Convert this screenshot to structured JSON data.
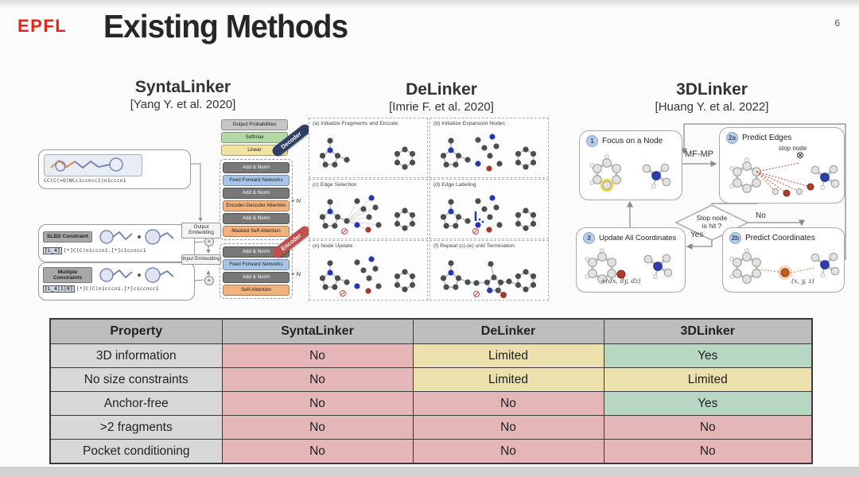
{
  "logo": {
    "text": "EPFL"
  },
  "title": "Existing Methods",
  "page": {
    "number": "6"
  },
  "methods": [
    {
      "name": "SyntaLinker",
      "citation": "[Yang Y. et al. 2020]"
    },
    {
      "name": "DeLinker",
      "citation": "[Imrie F. et al. 2020]"
    },
    {
      "name": "3DLinker",
      "citation": "[Huang Y. et al. 2022]"
    }
  ],
  "syntalinker": {
    "input_smiles": "CC(C(=O)NCc1ccncc1)n1cccn1",
    "slbd_label": "SLBD Constraint",
    "slbd_tag": "[L_4]",
    "slbd_smiles": "[*]C(C)n1cccn1.[*]c1ccncc1",
    "multiple_label": "Multiple Constraints",
    "multiple_tag": "[L_4|1|0]",
    "multiple_smiles": "[*]C(C)n1cccn1.[*]c1ccncc1",
    "output_embedding": "Output Embedding",
    "input_embedding": "Input Embedding",
    "decoder_label": "Decoder",
    "encoder_label": "Encoder",
    "xn": "× N",
    "top_stack": [
      {
        "label": "Output Probabilities",
        "bg": "#c6c6c6"
      },
      {
        "label": "Softmax",
        "bg": "#b2d8a6"
      },
      {
        "label": "Linear",
        "bg": "#f2e3a0"
      }
    ],
    "decoder_stack": [
      {
        "label": "Add & Norm",
        "bg": "#787878",
        "fg": "#fff"
      },
      {
        "label": "Feed Forward Networks",
        "bg": "#a6c5e8"
      },
      {
        "label": "Add & Norm",
        "bg": "#787878",
        "fg": "#fff"
      },
      {
        "label": "Encoder-Decoder Attention",
        "bg": "#f2b27e"
      },
      {
        "label": "Add & Norm",
        "bg": "#787878",
        "fg": "#fff"
      },
      {
        "label": "Masked Self-Attention",
        "bg": "#f2b27e"
      }
    ],
    "encoder_stack": [
      {
        "label": "Add & Norm",
        "bg": "#787878",
        "fg": "#fff"
      },
      {
        "label": "Feed Forward Networks",
        "bg": "#a6c5e8"
      },
      {
        "label": "Add & Norm",
        "bg": "#787878",
        "fg": "#fff"
      },
      {
        "label": "Self-Attention",
        "bg": "#f2b27e"
      }
    ]
  },
  "delinker": {
    "panels": [
      {
        "caption": "(a) Initialize Fragments and Encode"
      },
      {
        "caption": "(b) Initialize Expansion Nodes"
      },
      {
        "caption": "(c) Edge Selection"
      },
      {
        "caption": "(d) Edge Labeling"
      },
      {
        "caption": "(e) Node Update"
      },
      {
        "caption": "(f) Repeat (c)-(e) until Termination"
      }
    ]
  },
  "threedlinker": {
    "boxes": [
      {
        "badge": "1",
        "label": "Focus on a Node"
      },
      {
        "badge": "2a",
        "label": "Predict Edges",
        "note": "stop node"
      },
      {
        "badge": "3",
        "label": "Update All Coordinates",
        "note": "+(dx, dy, dz)"
      },
      {
        "badge": "2b",
        "label": "Predict Coordinates",
        "note": "(x, y, z)"
      }
    ],
    "edge_label": "MF-MP",
    "decision_line1": "Stop node",
    "decision_line2": "is hit ?",
    "yes": "Yes",
    "no": "No"
  },
  "table": {
    "headers": [
      "Property",
      "SyntaLinker",
      "DeLinker",
      "3DLinker"
    ],
    "rows": [
      {
        "property": "3D information",
        "values": [
          "No",
          "Limited",
          "Yes"
        ]
      },
      {
        "property": "No size constraints",
        "values": [
          "No",
          "Limited",
          "Limited"
        ]
      },
      {
        "property": "Anchor-free",
        "values": [
          "No",
          "No",
          "Yes"
        ]
      },
      {
        "property": ">2 fragments",
        "values": [
          "No",
          "No",
          "No"
        ]
      },
      {
        "property": "Pocket conditioning",
        "values": [
          "No",
          "No",
          "No"
        ]
      }
    ],
    "colors": {
      "No": "#e5b6b8",
      "Limited": "#ece1ad",
      "Yes": "#b7d7c3",
      "header_bg": "#bdbdbd",
      "property_bg": "#d8d8d8"
    }
  }
}
